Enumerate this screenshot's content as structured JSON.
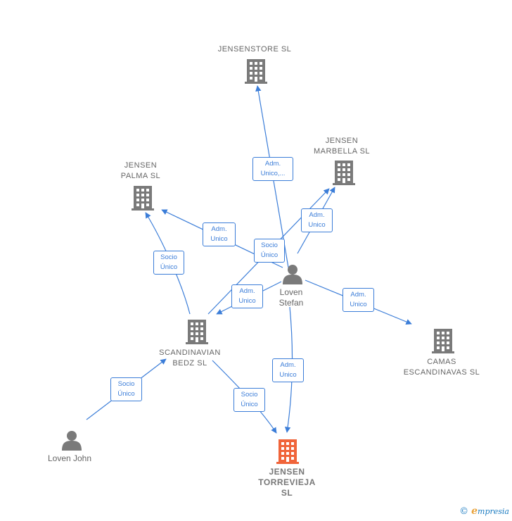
{
  "nodes": {
    "jensenstore": {
      "label": "JENSENSTORE SL"
    },
    "marbella": {
      "label": "JENSEN\nMARBELLA  SL"
    },
    "palma": {
      "label": "JENSEN\nPALMA  SL"
    },
    "loven_stefan": {
      "label": "Loven\nStefan"
    },
    "scandinavian": {
      "label": "SCANDINAVIAN\nBEDZ  SL"
    },
    "camas": {
      "label": "CAMAS\nESCANDINAVAS SL"
    },
    "loven_john": {
      "label": "Loven John"
    },
    "torrevieja": {
      "label": "JENSEN\nTORREVIEJA\nSL"
    }
  },
  "edges": {
    "stefan_jensenstore": "Adm.\nUnico,...",
    "stefan_marbella": "Adm.\nUnico",
    "stefan_palma": "Adm.\nUnico",
    "stefan_scandinavian_socio": "Socio\nÚnico",
    "stefan_scandinavian_adm": "Adm.\nUnico",
    "stefan_camas": "Adm.\nUnico",
    "stefan_torrevieja": "Adm.\nUnico",
    "scandinavian_palma": "Socio\nÚnico",
    "john_scandinavian": "Socio\nÚnico",
    "scandinavian_torrevieja": "Socio\nÚnico"
  },
  "colors": {
    "edge": "#3b7dd8",
    "company_icon": "#7a7a7a",
    "focus_icon": "#f0643a",
    "person_icon": "#7a7a7a"
  },
  "footer": {
    "copyright": "©",
    "brand_initial": "e",
    "brand_rest": "mpresia"
  }
}
